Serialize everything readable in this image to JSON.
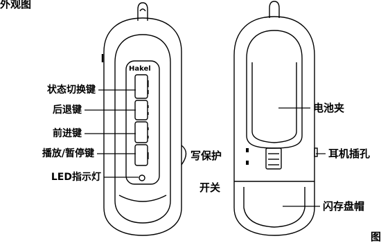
{
  "caption_fragment": "外观图",
  "figure_mark": "图",
  "brand": "Hakel",
  "callouts": {
    "status_switch": "状态切换键",
    "back": "后退键",
    "forward": "前进键",
    "play_pause": "播放/暂停键",
    "led": "LED指示灯",
    "write_protect_line1": "写保护",
    "write_protect_line2": "开关",
    "battery_clip": "电池夹",
    "earphone_jack": "耳机插孔",
    "flash_cap": "闪存盘帽"
  }
}
